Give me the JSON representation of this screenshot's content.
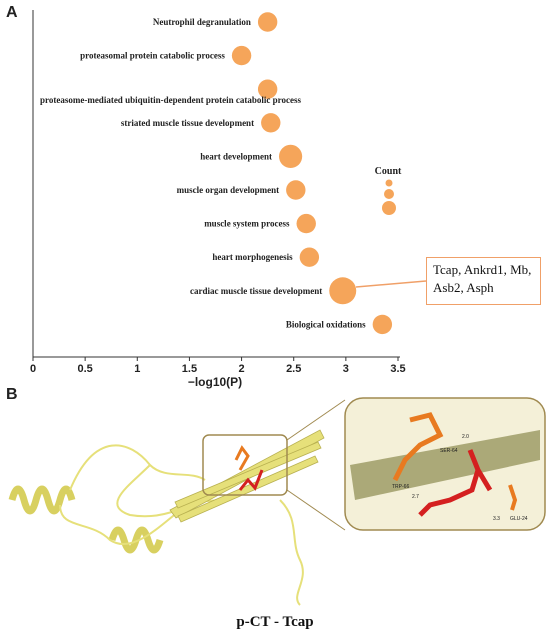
{
  "panels": {
    "a_label": "A",
    "b_label": "B"
  },
  "chart_data": {
    "type": "scatter",
    "xlabel": "−log10(P)",
    "xlim": [
      0,
      3.5
    ],
    "xticks": [
      "0",
      "0.5",
      "1",
      "1.5",
      "2",
      "2.5",
      "3",
      "3.5"
    ],
    "xtick_values": [
      0,
      0.5,
      1,
      1.5,
      2,
      2.5,
      3,
      3.5
    ],
    "legend_title": "Count",
    "legend_position": "right",
    "grid": false,
    "point_color": "#f5a55a",
    "categories": [
      "Neutrophil degranulation",
      "proteasomal protein catabolic process",
      "proteasome-mediated ubiquitin-dependent protein catabolic process",
      "striated muscle tissue development",
      "heart development",
      "muscle organ development",
      "muscle system process",
      "heart morphogenesis",
      "cardiac muscle tissue development",
      "Biological oxidations"
    ],
    "x": [
      2.25,
      2.0,
      2.25,
      2.28,
      2.47,
      2.52,
      2.62,
      2.65,
      2.97,
      3.35
    ],
    "count": [
      3,
      3,
      3,
      3,
      4,
      3,
      3,
      3,
      5,
      3
    ],
    "annotation": {
      "category": "cardiac muscle tissue development",
      "text": "Tcap, Ankrd1, Mb, Asb2, Asph"
    }
  },
  "figure_b": {
    "caption": "p-CT - Tcap",
    "residue_labels": [
      "SER-64",
      "TRP-66",
      "GLU-24"
    ],
    "distance_labels": [
      "2.0",
      "2.7",
      "3.3"
    ],
    "colors": {
      "ribbon": "#e6e07a",
      "ligand": "#d42020",
      "residue": "#e87a20",
      "frame": "#a08a50"
    }
  }
}
